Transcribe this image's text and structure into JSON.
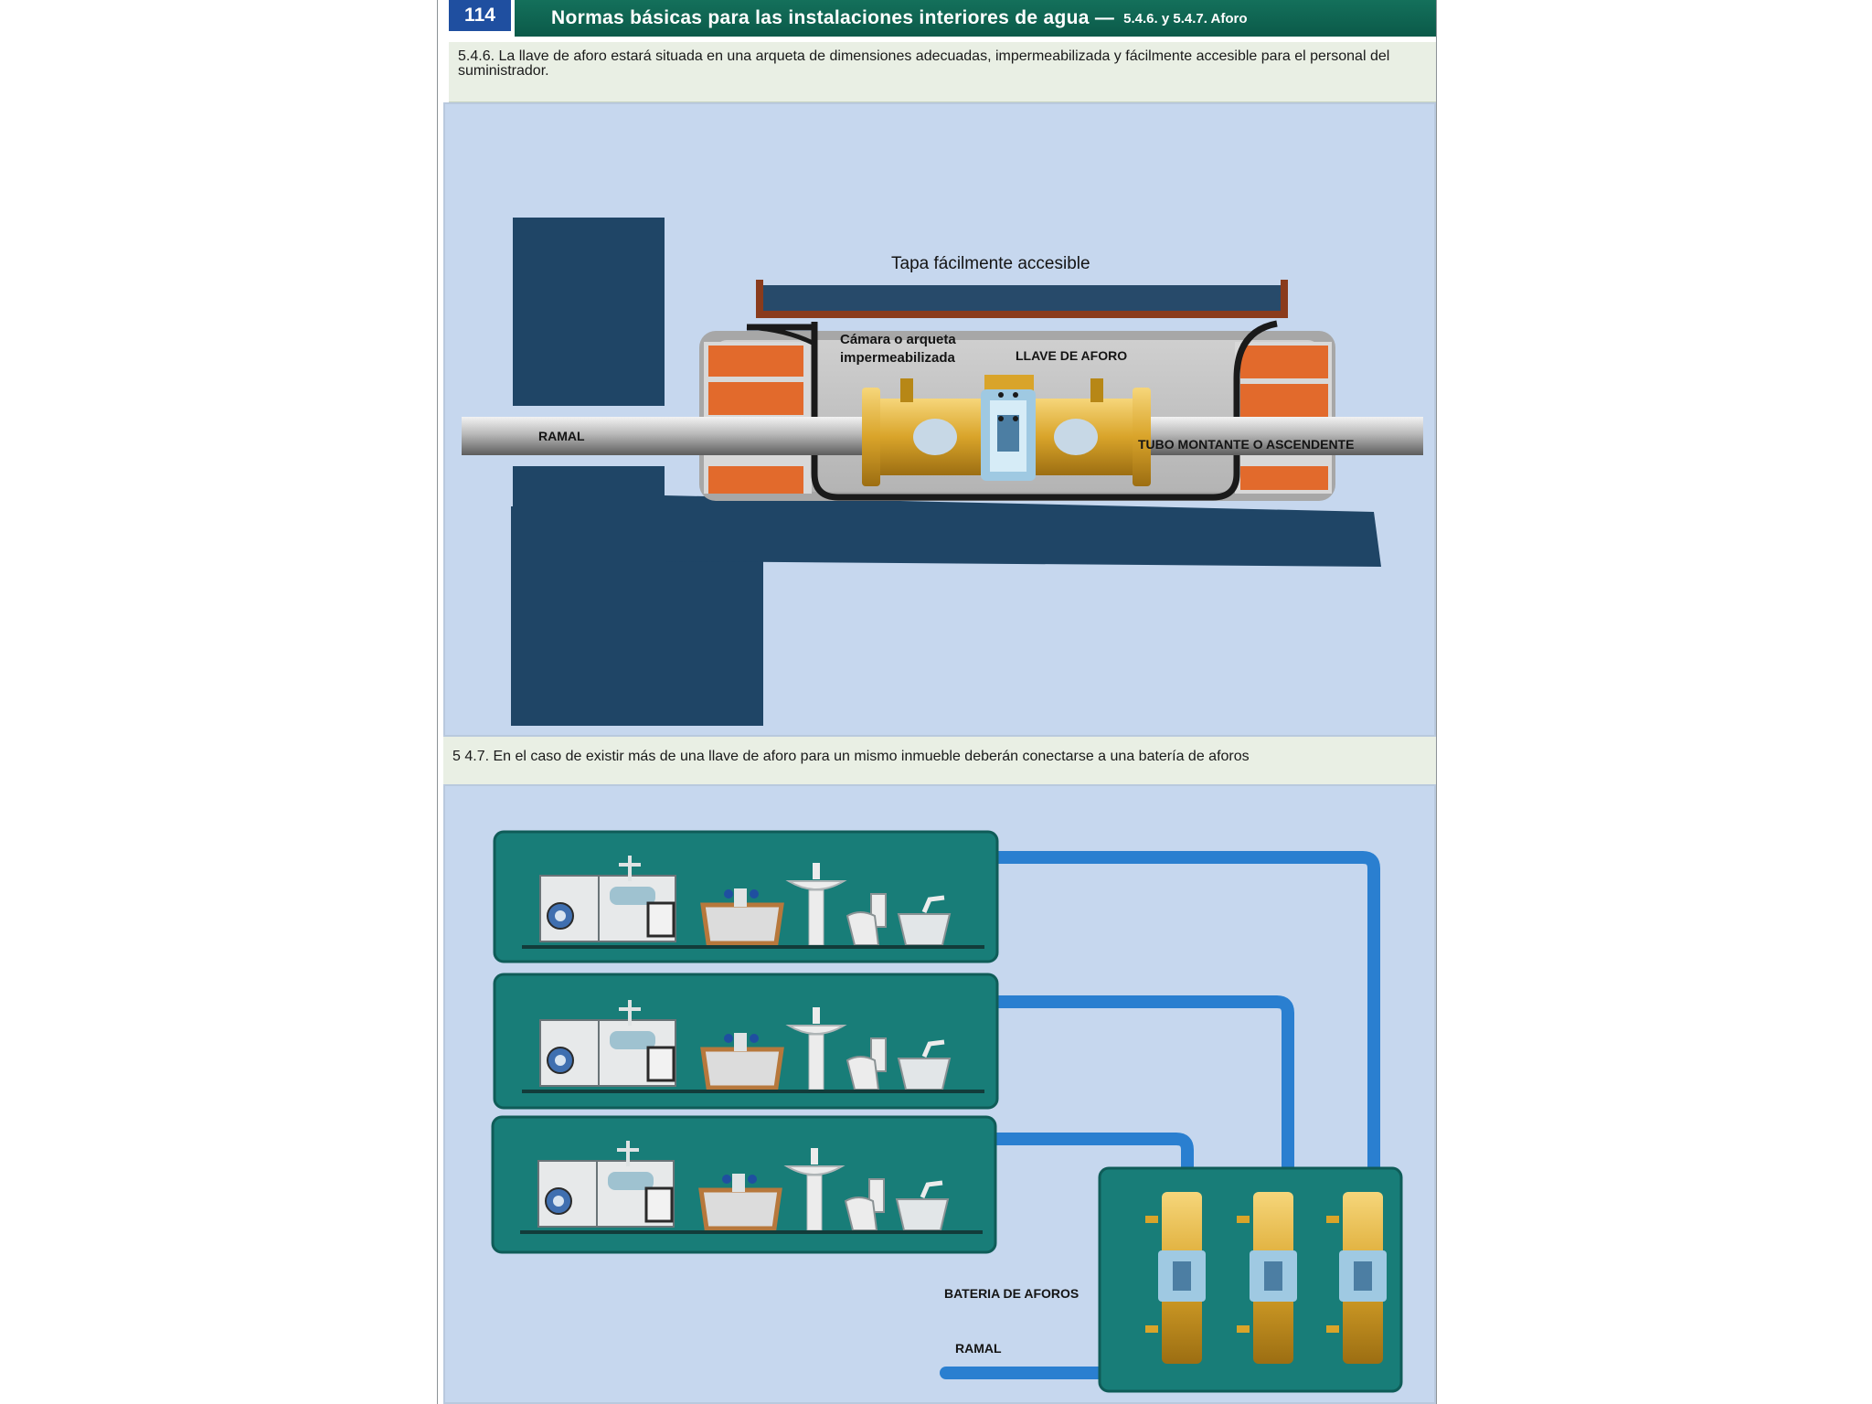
{
  "header": {
    "page_number": "114",
    "title": "Normas básicas para las instalaciones interiores de agua —",
    "section": "5.4.6. y  5.4.7. Aforo"
  },
  "section_546": {
    "text": "5.4.6.  La llave de aforo estará situada en una arqueta de dimensiones adecuadas, impermeabilizada y fácilmente accesible para el personal del suministrador.",
    "labels": {
      "cover": "Tapa fácilmente accesible",
      "chamber": [
        "Cámara o arqueta",
        "impermeabilizada"
      ],
      "valve": "LLAVE DE AFORO",
      "branch": "RAMAL",
      "riser": "TUBO MONTANTE O ASCENDENTE"
    }
  },
  "section_547": {
    "text": "5 4.7. En el caso de existir más de una llave de aforo para un mismo inmueble deberán conectarse a una batería de aforos",
    "labels": {
      "battery": "BATERIA DE AFOROS",
      "branch": "RAMAL"
    }
  },
  "colors": {
    "header_blue": "#1f4fa0",
    "header_green": "#0f6652",
    "panel_bg": "#c6d7ee",
    "wall_navy": "#1f4566",
    "brick_orange": "#e26a2c",
    "brass": "#d9a42a",
    "floor_teal": "#187d78",
    "pipe_blue": "#2a7fd0"
  }
}
